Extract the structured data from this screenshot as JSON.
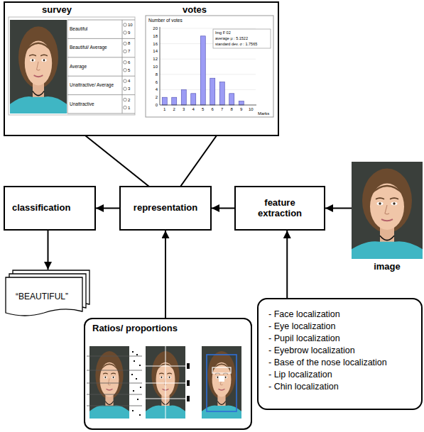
{
  "diagram": {
    "nodes": [
      {
        "text": [
          "survey",
          "votes"
        ]
      },
      {
        "text": [
          "classification"
        ]
      },
      {
        "text": [
          "representation"
        ]
      },
      {
        "text": [
          "feature extraction"
        ]
      },
      {
        "text": [
          "image"
        ]
      },
      {
        "text": [
          "“BEAUTIFUL”"
        ]
      },
      {
        "text": [
          "Ratios/ proportions"
        ]
      },
      {
        "text": [
          "- Face localization",
          "- Eye localization",
          "- Pupil localization",
          "- Eyebrow localization",
          "- Base of the nose localization",
          "- Lip localization",
          "- Chin localization"
        ]
      }
    ],
    "edges": [
      {
        "from": 0,
        "to": 2,
        "arrow": "to"
      },
      {
        "from": 2,
        "to": 1,
        "arrow": "to"
      },
      {
        "from": 3,
        "to": 2,
        "arrow": "to"
      },
      {
        "from": 4,
        "to": 3,
        "arrow": "to"
      },
      {
        "from": 1,
        "to": 5,
        "arrow": "to"
      },
      {
        "from": 6,
        "to": 2,
        "arrow": "to"
      },
      {
        "from": 7,
        "to": 3,
        "arrow": "to"
      }
    ],
    "labels": [
      "Beautiful",
      "Beautiful/ Average",
      "Average",
      "Unattractive/ Average",
      "Unattractive",
      "10",
      "9",
      "8",
      "7",
      "6",
      "5",
      "4",
      "3",
      "2",
      "1",
      "Number of votes",
      "20",
      "18",
      "16",
      "14",
      "12",
      "10",
      "8",
      "6",
      "4",
      "2",
      "0",
      "1",
      "2",
      "3",
      "4",
      "5",
      "6",
      "7",
      "8",
      "9",
      "10",
      "Marks",
      "Img F 02",
      "average μ : 5.1522",
      "standard dev. σ : 1.7565"
    ]
  }
}
